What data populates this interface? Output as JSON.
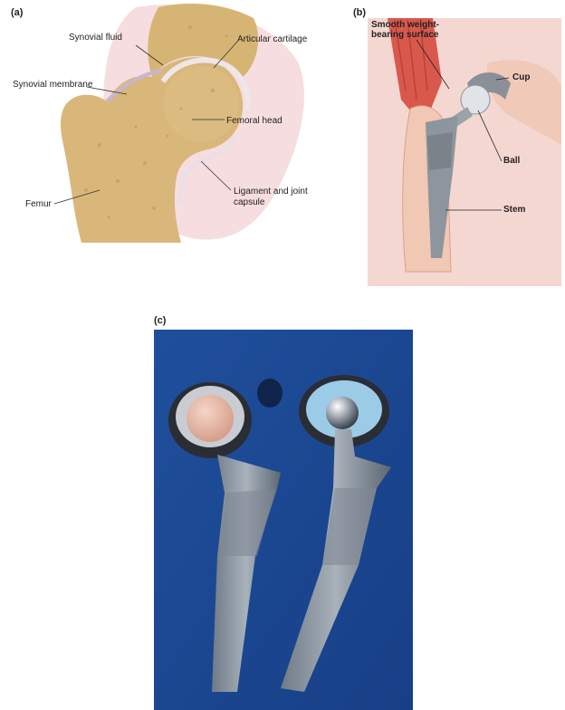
{
  "panel_a": {
    "letter": "(a)",
    "labels": {
      "synovial_fluid": "Synovial fluid",
      "articular_cartilage": "Articular cartilage",
      "synovial_membrane": "Synovial membrane",
      "femoral_head": "Femoral head",
      "femur": "Femur",
      "ligament_line1": "Ligament and joint",
      "ligament_line2": "capsule"
    }
  },
  "panel_b": {
    "letter": "(b)",
    "labels": {
      "surface_line1": "Smooth weight-",
      "surface_line2": "bearing surface",
      "cup": "Cup",
      "ball": "Ball",
      "stem": "Stem"
    }
  },
  "panel_c": {
    "letter": "(c)"
  },
  "colors": {
    "bone": "#d9b77a",
    "cartilage": "#eee6e8",
    "tissue_pink": "#f3d3d6",
    "muscle_red": "#d8584c",
    "implant_metal": "#8d969e",
    "photo_blue": "#1d4b96"
  }
}
